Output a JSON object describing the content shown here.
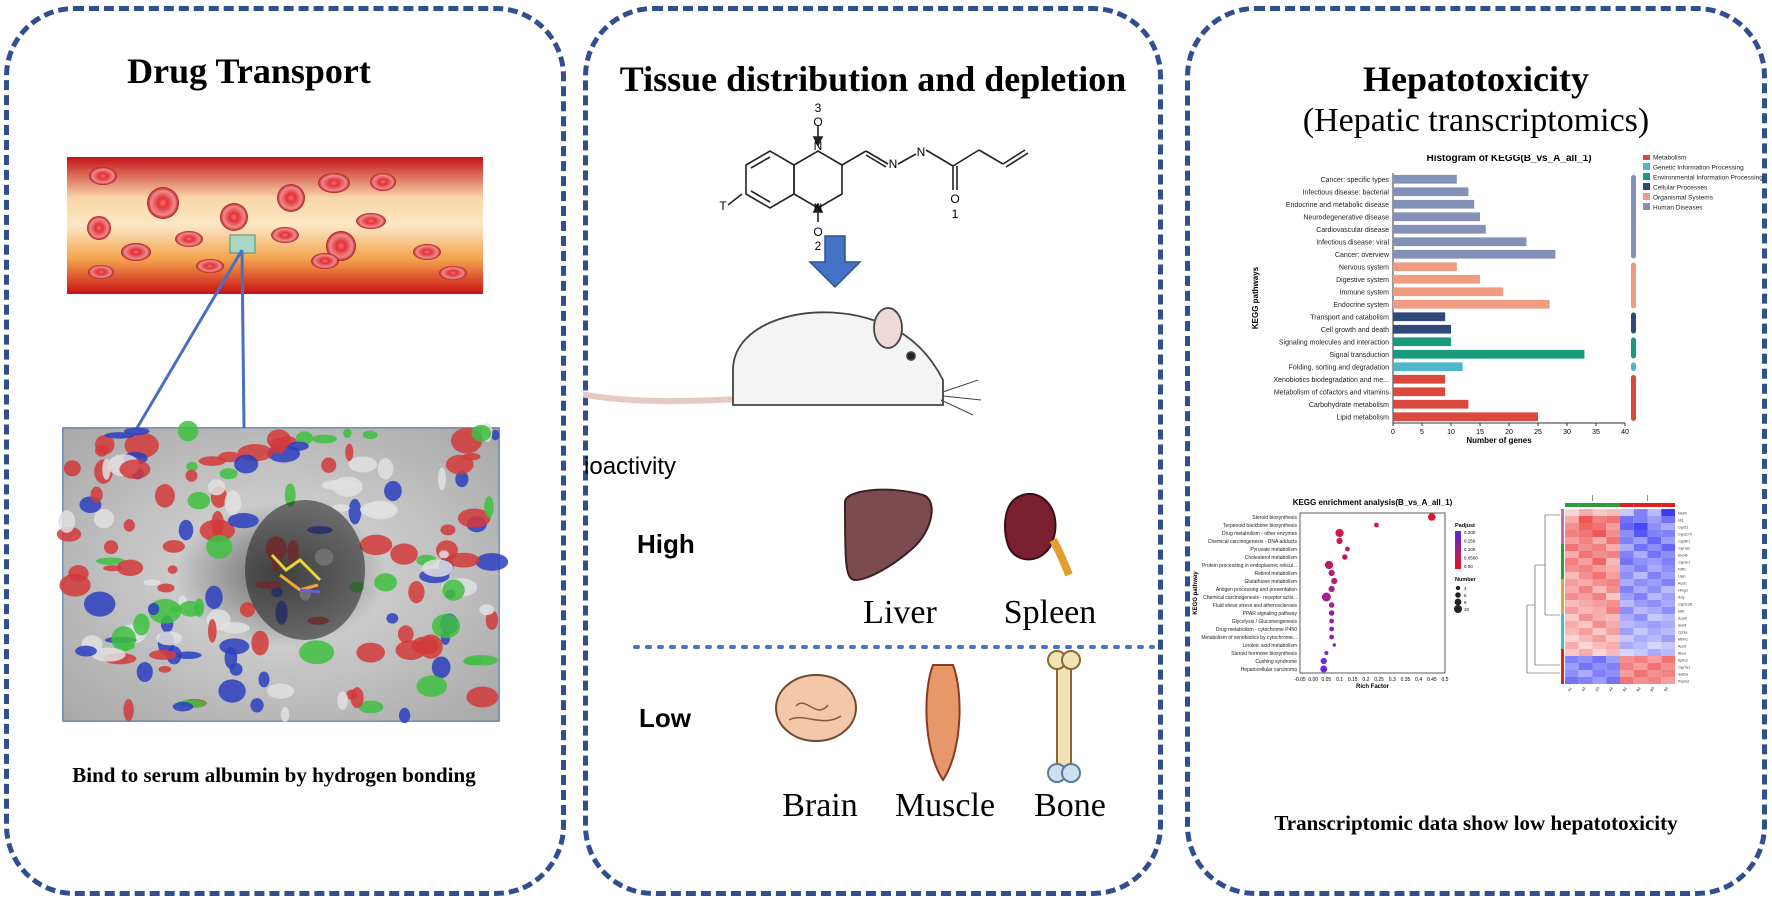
{
  "panel1": {
    "title": "Drug Transport",
    "caption": "Bind to serum albumin by hydrogen bonding"
  },
  "panel2": {
    "title": "Tissue distribution and depletion",
    "structure_labels": {
      "n3": "3",
      "n2": "2",
      "n1": "1",
      "o_top": "O",
      "o_bottom": "O",
      "o_carbonyl": "O",
      "t": "T",
      "n_a": "N",
      "n_b": "N",
      "n_h": "N",
      "n_c": "N"
    },
    "radioactivity_label": "Radioactivity",
    "high_label": "High",
    "low_label": "Low",
    "high_organs": [
      "Liver",
      "Spleen"
    ],
    "low_organs": [
      "Brain",
      "Muscle",
      "Bone"
    ]
  },
  "panel3": {
    "title": "Hepatotoxicity",
    "subtitle": "(Hepatic transcriptomics)",
    "caption": "Transcriptomic data show low hepatotoxicity",
    "colors": {
      "Metabolism": "#d94a3c",
      "Genetic Information Processing": "#4fb7cc",
      "Environmental Information Processing": "#1a9c7c",
      "Cellular Processes": "#2f4a78",
      "Organismal Systems": "#ee9b7f",
      "Human Diseases": "#8391b8"
    }
  },
  "chart_data": [
    {
      "type": "bar",
      "title": "Histogram of KEGG(B_vs_A_all_1)",
      "xlabel": "Number of genes",
      "ylabel": "KEGG pathways",
      "xlim": [
        0,
        40
      ],
      "xticks": [
        0,
        5,
        10,
        15,
        20,
        25,
        30,
        35,
        40
      ],
      "categories": [
        "Cancer: specific types",
        "Infectious disease: bacterial",
        "Endocrine and metabolic disease",
        "Neurodegenerative disease",
        "Cardiovascular disease",
        "Infectious disease: viral",
        "Cancer: overview",
        "Nervous system",
        "Digestive system",
        "Immune system",
        "Endocrine system",
        "Transport and catabolism",
        "Cell growth and death",
        "Signaling molecules and interaction",
        "Signal transduction",
        "Folding, sorting and degradation",
        "Xenobiotics biodegradation and me...",
        "Metabolism of cofactors and vitamins",
        "Carbohydrate metabolism",
        "Lipid metabolism"
      ],
      "values": [
        11,
        13,
        14,
        15,
        16,
        23,
        28,
        11,
        15,
        19,
        27,
        9,
        10,
        10,
        33,
        12,
        9,
        9,
        13,
        25
      ],
      "groups": [
        "Human Diseases",
        "Human Diseases",
        "Human Diseases",
        "Human Diseases",
        "Human Diseases",
        "Human Diseases",
        "Human Diseases",
        "Organismal Systems",
        "Organismal Systems",
        "Organismal Systems",
        "Organismal Systems",
        "Cellular Processes",
        "Cellular Processes",
        "Environmental Information Processing",
        "Environmental Information Processing",
        "Genetic Information Processing",
        "Metabolism",
        "Metabolism",
        "Metabolism",
        "Metabolism"
      ],
      "legend": [
        "Metabolism",
        "Genetic Information Processing",
        "Environmental Information Processing",
        "Cellular Processes",
        "Organismal Systems",
        "Human Diseases"
      ],
      "legend_position": "top-right",
      "grid": false
    },
    {
      "type": "scatter",
      "title": "KEGG enrichment analysis(B_vs_A_all_1)",
      "xlabel": "Rich Factor",
      "ylabel": "KEGG pathway",
      "xlim": [
        -0.05,
        0.5
      ],
      "xticks": [
        "-0.05",
        "0.00",
        "0.05",
        "0.1",
        "0.15",
        "0.2",
        "0.25",
        "0.3",
        "0.35",
        "0.4",
        "0.45",
        "0.5"
      ],
      "categories": [
        "Steroid biosynthesis",
        "Terpenoid backbone biosynthesis",
        "Drug metabolism - other enzymes",
        "Chemical carcinogenesis - DNA adducts",
        "Pyruvate metabolism",
        "Cholesterol metabolism",
        "Protein processing in endoplasmic reticul...",
        "Retinol metabolism",
        "Glutathione metabolism",
        "Antigen processing and presentation",
        "Chemical carcinogenesis - receptor activ...",
        "Fluid shear stress and atherosclerosis",
        "PPAR signaling pathway",
        "Glycolysis / Gluconeogenesis",
        "Drug metabolism - cytochrome P450",
        "Metabolism of xenobiotics by cytochrome...",
        "Linoleic acid metabolism",
        "Steroid hormone biosynthesis",
        "Cushing syndrome",
        "Hepatocellular carcinoma"
      ],
      "x": [
        0.45,
        0.24,
        0.1,
        0.1,
        0.13,
        0.12,
        0.06,
        0.07,
        0.08,
        0.07,
        0.05,
        0.07,
        0.07,
        0.07,
        0.07,
        0.07,
        0.08,
        0.05,
        0.04,
        0.04
      ],
      "size": [
        8,
        4,
        9,
        6,
        4,
        5,
        9,
        6,
        6,
        6,
        10,
        5,
        5,
        4,
        4,
        4,
        2,
        3,
        6,
        7
      ],
      "padjust": [
        0.02,
        0.03,
        0.04,
        0.05,
        0.06,
        0.07,
        0.08,
        0.09,
        0.1,
        0.11,
        0.12,
        0.13,
        0.14,
        0.15,
        0.16,
        0.17,
        0.18,
        0.19,
        0.2,
        0.21
      ],
      "legend_color_title": "Padjust",
      "legend_color_ticks": [
        "0.200",
        "0.150",
        "0.100",
        "0.0500",
        "0.00"
      ],
      "legend_size_title": "Number",
      "legend_size_ticks": [
        "4",
        "6",
        "8",
        "10"
      ]
    },
    {
      "type": "heatmap",
      "title": "Heatmap(lipidmetabolism)",
      "rows": [
        "Nsdhl",
        "Idi1",
        "Cyp51",
        "Cyp2c70",
        "Cyp8b1",
        "Cyp1a2",
        "Elovl6",
        "Cyp2e1",
        "Fdft1",
        "Lipin",
        "Acot1",
        "Hmgcr",
        "Acly",
        "Cyp2c38",
        "Etfb",
        "Acadl",
        "Srebf",
        "Cpt1a",
        "Mtmr1",
        "Acsl1",
        "Abca",
        "Ephx2",
        "Cyp7a1",
        "Sult2a",
        "Pnpla3"
      ],
      "columns": [
        "A1",
        "A2",
        "A3",
        "A4",
        "B1",
        "B2",
        "B3",
        "B4"
      ],
      "values": [
        [
          0.3,
          0.6,
          0.4,
          0.5,
          -0.4,
          -0.9,
          -0.5,
          -1.4
        ],
        [
          0.6,
          1.2,
          0.9,
          1.0,
          -1.0,
          -0.9,
          -0.7,
          -1.0
        ],
        [
          0.8,
          1.1,
          1.0,
          0.7,
          -1.1,
          -1.3,
          -0.8,
          -0.6
        ],
        [
          0.9,
          1.0,
          1.2,
          0.8,
          -0.8,
          -1.2,
          -0.9,
          -0.9
        ],
        [
          0.7,
          0.9,
          0.6,
          1.0,
          -0.9,
          -0.7,
          -1.1,
          -0.7
        ],
        [
          1.0,
          0.8,
          0.9,
          0.6,
          -0.6,
          -1.0,
          -0.8,
          -1.1
        ],
        [
          0.6,
          1.0,
          0.8,
          0.9,
          -0.9,
          -0.6,
          -1.0,
          -0.8
        ],
        [
          0.9,
          0.7,
          1.1,
          0.5,
          -1.0,
          -0.8,
          -0.7,
          -0.9
        ],
        [
          0.8,
          0.9,
          0.7,
          0.6,
          -0.7,
          -0.9,
          -0.6,
          -0.8
        ],
        [
          0.5,
          0.8,
          1.0,
          0.7,
          -0.8,
          -0.5,
          -0.9,
          -0.7
        ],
        [
          0.7,
          0.6,
          0.8,
          0.9,
          -0.6,
          -0.8,
          -0.7,
          -0.9
        ],
        [
          0.6,
          0.9,
          0.5,
          0.8,
          -0.9,
          -0.6,
          -0.8,
          -0.5
        ],
        [
          0.8,
          0.7,
          0.9,
          0.4,
          -0.7,
          -0.9,
          -0.5,
          -0.7
        ],
        [
          0.5,
          0.6,
          0.7,
          0.8,
          -0.5,
          -0.7,
          -0.8,
          -0.6
        ],
        [
          0.7,
          0.5,
          0.6,
          0.9,
          -0.8,
          -0.5,
          -0.6,
          -0.8
        ],
        [
          0.4,
          0.8,
          0.6,
          0.5,
          -0.6,
          -0.8,
          -0.4,
          -0.5
        ],
        [
          0.6,
          0.4,
          0.8,
          0.6,
          -0.5,
          -0.6,
          -0.7,
          -0.6
        ],
        [
          0.5,
          0.7,
          0.4,
          0.7,
          -0.7,
          -0.4,
          -0.6,
          -0.5
        ],
        [
          0.3,
          0.5,
          0.7,
          0.4,
          -0.4,
          -0.6,
          -0.5,
          -0.7
        ],
        [
          0.6,
          0.3,
          0.5,
          0.6,
          -0.6,
          -0.5,
          -0.3,
          -0.4
        ],
        [
          0.4,
          0.6,
          0.3,
          0.5,
          -0.3,
          -0.4,
          -0.6,
          -0.5
        ],
        [
          -0.9,
          -0.8,
          -1.0,
          -0.7,
          0.8,
          0.9,
          0.7,
          1.0
        ],
        [
          -0.7,
          -1.0,
          -0.8,
          -0.9,
          0.9,
          0.7,
          1.0,
          0.8
        ],
        [
          -0.8,
          -0.6,
          -0.9,
          -0.8,
          0.7,
          1.0,
          0.8,
          0.9
        ],
        [
          -1.0,
          -0.9,
          -0.7,
          -1.0,
          1.0,
          0.8,
          0.9,
          0.7
        ]
      ]
    }
  ]
}
